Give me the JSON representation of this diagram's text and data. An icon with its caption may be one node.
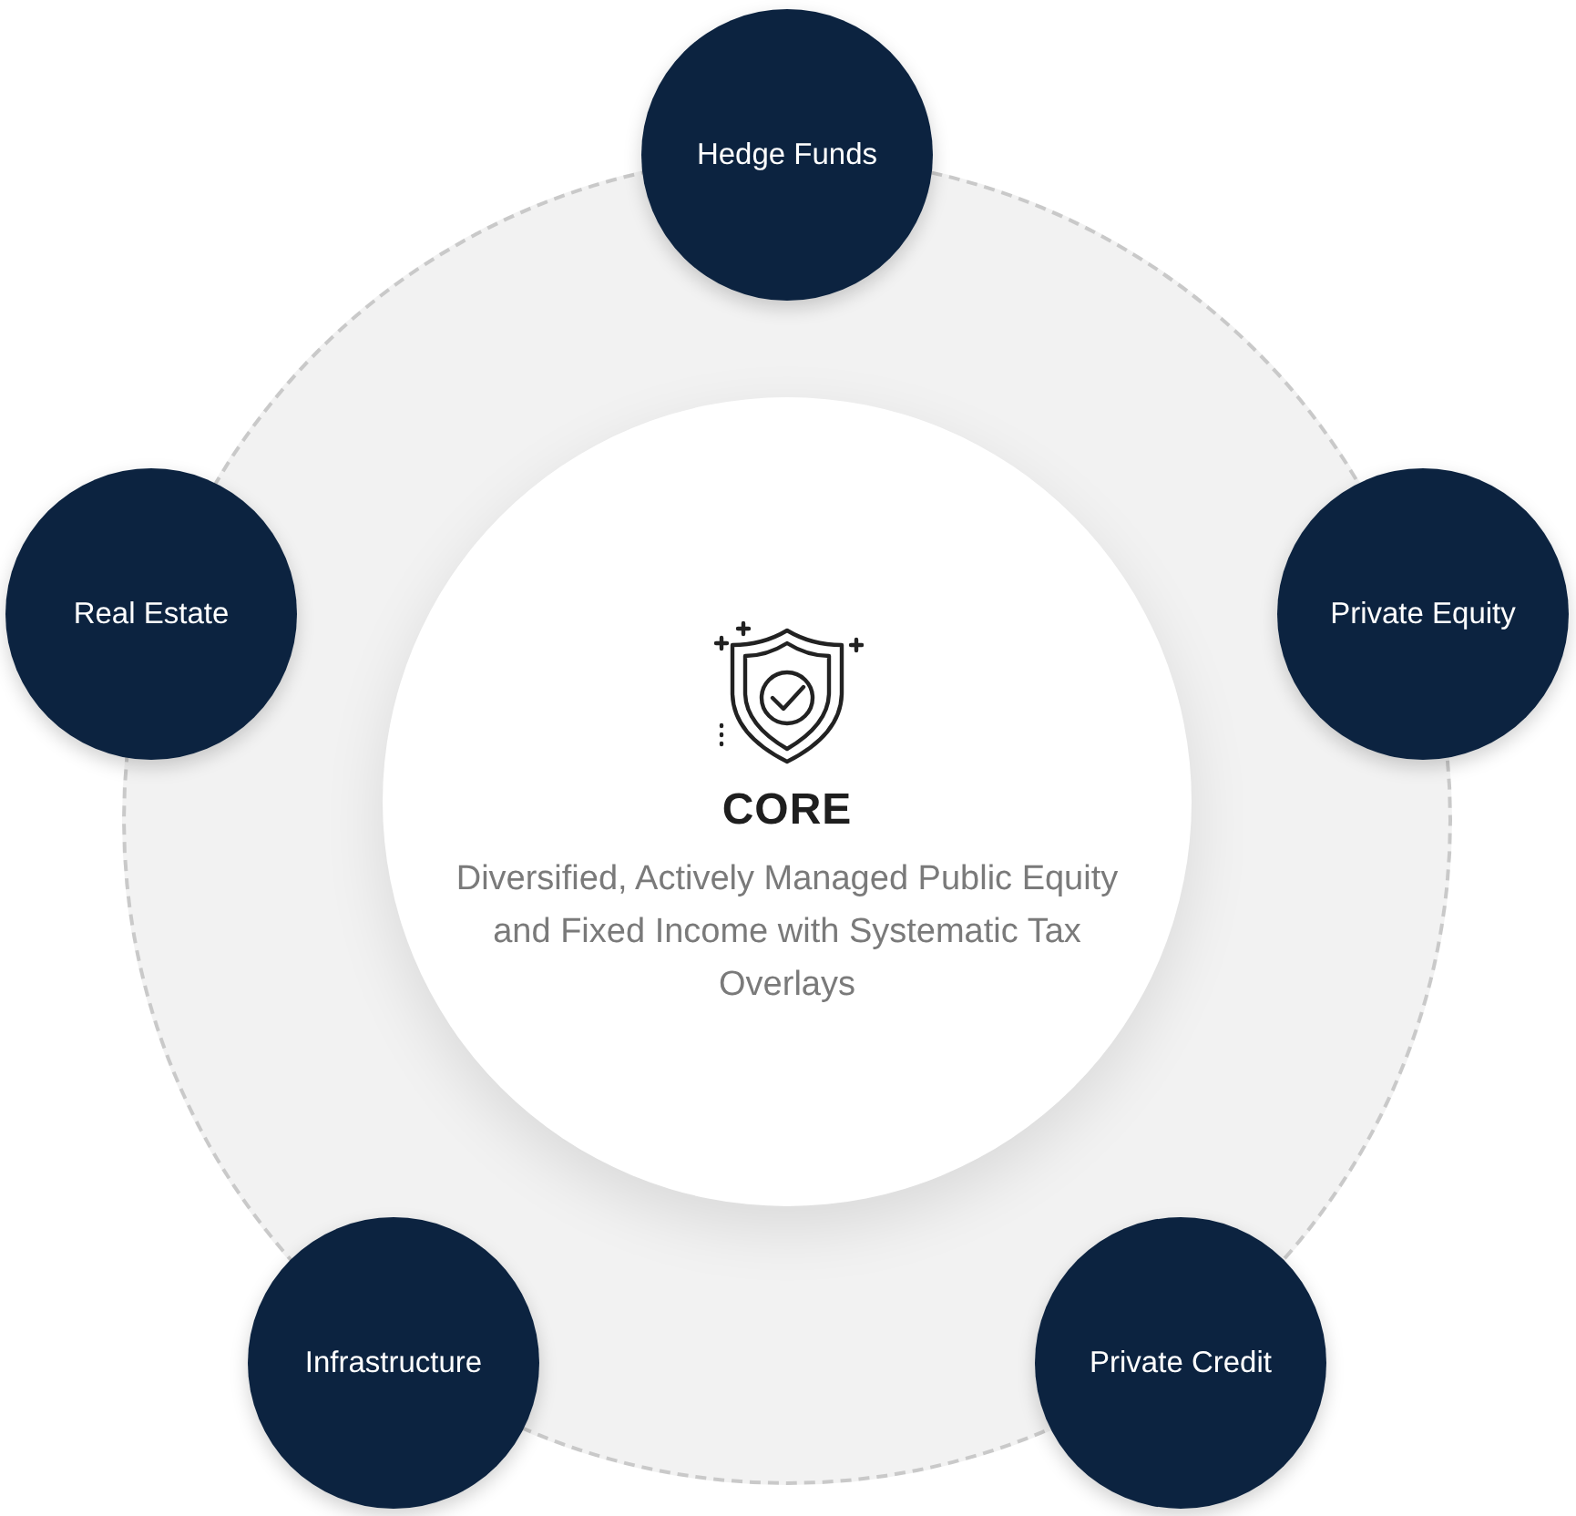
{
  "diagram": {
    "nodes": [
      {
        "text": [],
        "shape": "circle"
      },
      {
        "text": [
          "Hedge Funds"
        ]
      },
      {
        "text": [
          "Real Estate"
        ]
      },
      {
        "text": [
          "CORE",
          "Diversified, Actively Managed Public Equity and Fixed Income with Systematic Tax Overlays"
        ],
        "in": 0
      },
      {
        "text": [
          "Private Equity"
        ]
      },
      {
        "text": [
          "Infrastructure"
        ]
      },
      {
        "text": [
          "Private Credit"
        ]
      }
    ]
  }
}
